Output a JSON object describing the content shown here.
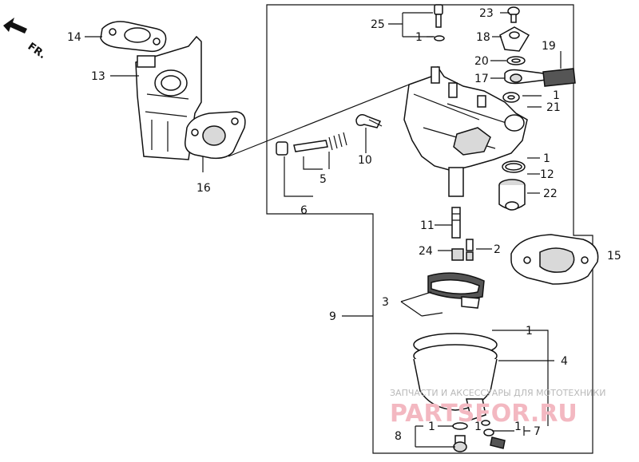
{
  "direction_label": "FR.",
  "labels": {
    "p1a": "1",
    "p1b": "1",
    "p1c": "1",
    "p1d": "1",
    "p1e": "1",
    "p1f": "1",
    "p1g": "1",
    "p2": "2",
    "p3": "3",
    "p4": "4",
    "p5": "5",
    "p6": "6",
    "p7": "7",
    "p8": "8",
    "p9": "9",
    "p10": "10",
    "p11": "11",
    "p12": "12",
    "p13": "13",
    "p14": "14",
    "p15": "15",
    "p16": "16",
    "p17": "17",
    "p18": "18",
    "p19": "19",
    "p20": "20",
    "p21": "21",
    "p22": "22",
    "p23": "23",
    "p24": "24",
    "p25": "25"
  },
  "watermark": {
    "caption": "ЗАПЧАСТИ И АКСЕССУАРЫ ДЛЯ МОТОТЕХНИКИ",
    "site": "PARTSFOR.RU"
  }
}
